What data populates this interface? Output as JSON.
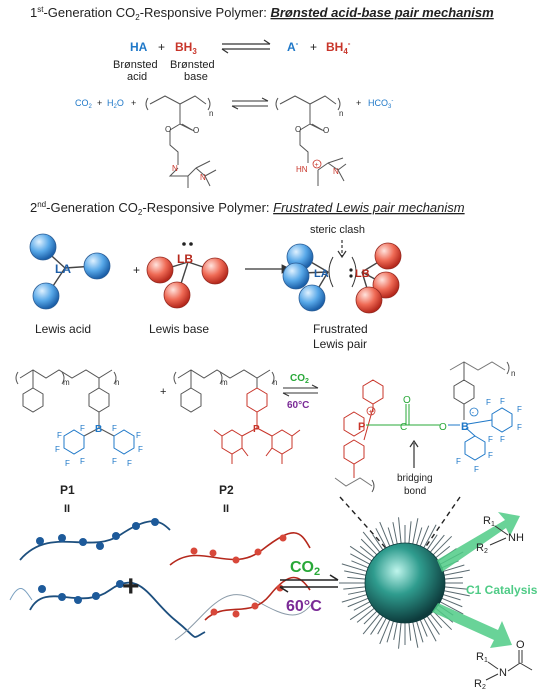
{
  "section1": {
    "title_a": "1",
    "title_sup": "st",
    "title_b": "-Generation CO",
    "title_c": "-Responsive Polymer: ",
    "title_d": "Brønsted acid-base pair mechanism",
    "eq": {
      "ha": "HA",
      "plus1": "+",
      "bh3": "BH",
      "bh3_sub": "3",
      "a": "A",
      "a_sup": "-",
      "plus2": "+",
      "bh4": "BH",
      "bh4_sub": "4",
      "bh4_sup": "-"
    },
    "acid_label_1": "Brønsted",
    "acid_label_2": "acid",
    "base_label_1": "Brønsted",
    "base_label_2": "base",
    "reaction": {
      "co2": "CO",
      "co2_sub": "2",
      "plus1": "+",
      "h2o": "H",
      "h2o_sub": "2",
      "h2o_o": "O",
      "plus2": "+",
      "plus3": "+",
      "hco3": "HCO",
      "hco3_sub": "3",
      "hco3_sup": "-",
      "n_left": "n",
      "n_right": "n",
      "o1": "O",
      "o2": "O",
      "o3": "O",
      "o4": "O",
      "n_amidine_1": "N",
      "n_amidine_2": "N",
      "n_amid_right_1": "HN",
      "n_amid_right_2": "N",
      "plus_charge": "+"
    }
  },
  "section2": {
    "title_a": "2",
    "title_sup": "nd",
    "title_b": "-Generation CO",
    "title_c": "-Responsive Polymer: ",
    "title_d": "Frustrated Lewis pair mechanism",
    "la": "LA",
    "lb": "LB",
    "plus": "+",
    "steric": "steric clash",
    "label_acid": "Lewis acid",
    "label_base": "Lewis base",
    "label_flp_1": "Frustrated",
    "label_flp_2": "Lewis pair",
    "lb_dots": ":"
  },
  "section3": {
    "m1": "m",
    "n1": "n",
    "m2": "m",
    "n2": "n",
    "n3": "n",
    "plus": "+",
    "boron": "B",
    "phos": "P",
    "co2_label": "CO",
    "co2_sub": "2",
    "heat_label": "60°C",
    "p_center": "P",
    "c_center": "C",
    "o_center": "O",
    "o_link": "O",
    "b_center": "B",
    "p_charge": "+",
    "b_charge": "-",
    "bridging_1": "bridging",
    "bridging_2": "bond",
    "p1_label": "P1",
    "p2_label": "P2",
    "eq1": "II",
    "eq2": "II",
    "f": "F",
    "big_plus": "+",
    "big_co2": "CO",
    "big_co2_sub": "2",
    "big_heat": "60°C",
    "catalysis": "C1 Catalysis",
    "r1": "R",
    "r1_sub": "1",
    "r2": "R",
    "r2_sub": "2",
    "nh": "NH",
    "r1b": "R",
    "r1b_sub": "1",
    "r2b": "R",
    "r2b_sub": "2",
    "n_amide": "N",
    "o_amide": "O"
  },
  "colors": {
    "blue": "#1f78c8",
    "red": "#c8352a",
    "green": "#28a838",
    "purple": "#7a2a96",
    "dark": "#222222"
  }
}
